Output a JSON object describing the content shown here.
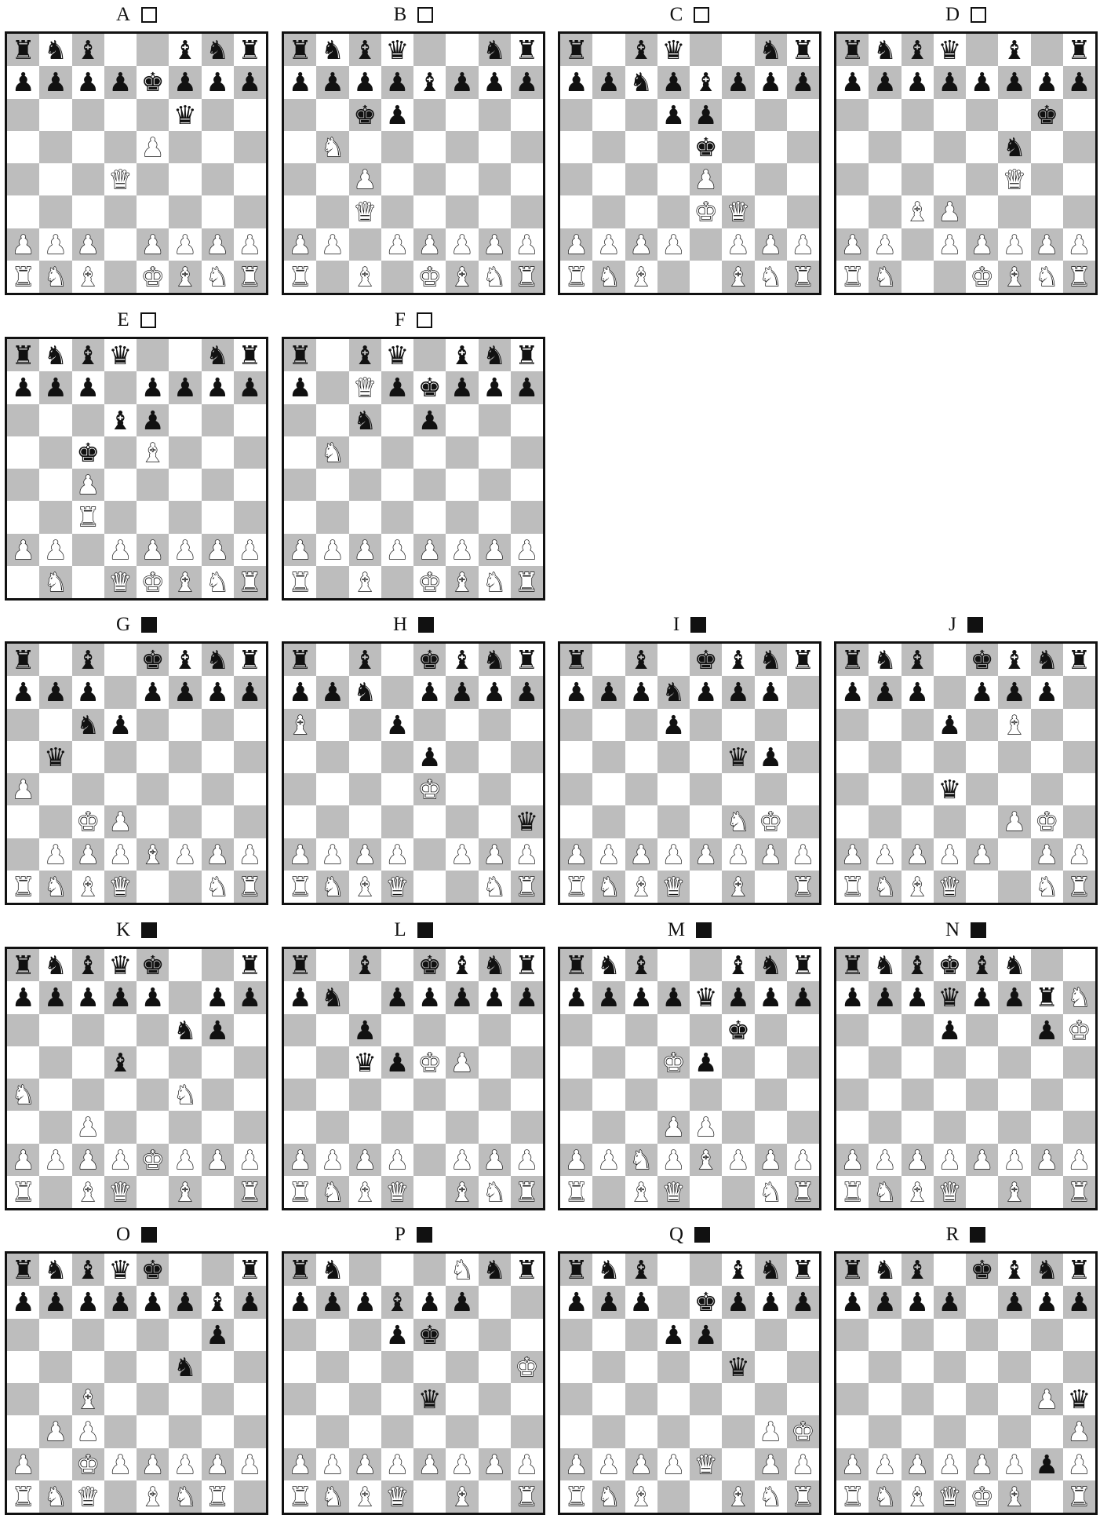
{
  "colors": {
    "dark_square": "#bdbdbd",
    "light_square": "#ffffff",
    "ink": "#111111"
  },
  "glyphs": {
    "K": "♚",
    "Q": "♛",
    "R": "♜",
    "B": "♝",
    "N": "♞",
    "P": "♟",
    "k": "♚",
    "q": "♛",
    "r": "♜",
    "b": "♝",
    "n": "♞",
    "p": "♟"
  },
  "diagrams": [
    {
      "label": "A",
      "to_move": "white",
      "rows": [
        "rnb..bnr",
        "ppppkppp",
        ".....q..",
        "....P...",
        "...Q....",
        "........",
        "PPP.PPPP",
        "RNB.KBNR"
      ]
    },
    {
      "label": "B",
      "to_move": "white",
      "rows": [
        "rnbq..nr",
        "ppppbppp",
        "..kp....",
        ".N......",
        "..P.....",
        "..Q.....",
        "PP.PPPPP",
        "R.B.KBNR"
      ]
    },
    {
      "label": "C",
      "to_move": "white",
      "rows": [
        "r.bq..nr",
        "ppnpbppp",
        "...pp...",
        "....k...",
        "....P...",
        "....KQ..",
        "PPPP.PPP",
        "RNB..BNR"
      ]
    },
    {
      "label": "D",
      "to_move": "white",
      "rows": [
        "rnbq.b.r",
        "pppppppp",
        "......k.",
        ".....n..",
        ".....Q..",
        "..BP....",
        "PP.PPPPP",
        "RN..KBNR"
      ]
    },
    {
      "label": "E",
      "to_move": "white",
      "rows": [
        "rnbq..nr",
        "ppp.pppp",
        "...bp...",
        "..k.B...",
        "..P.....",
        "..R.....",
        "PP.PPPPP",
        ".N.QKBNR"
      ]
    },
    {
      "label": "F",
      "to_move": "white",
      "rows": [
        "r.bq.bnr",
        "p.Qpkppp",
        "..n.p...",
        ".N......",
        "........",
        "........",
        "PPPPPPPP",
        "R.B.KBNR"
      ]
    },
    {
      "label": "G",
      "to_move": "black",
      "rows": [
        "r.b.kbnr",
        "ppp.pppp",
        "..np....",
        ".q......",
        "P.......",
        "..KP....",
        ".PPPBPPP",
        "RNBQ..NR"
      ]
    },
    {
      "label": "H",
      "to_move": "black",
      "rows": [
        "r.b.kbnr",
        "ppn.pppp",
        "B..p....",
        "....p...",
        "....K...",
        ".......q",
        "PPPP.PPP",
        "RNBQ..NR"
      ]
    },
    {
      "label": "I",
      "to_move": "black",
      "rows": [
        "r.b.kbnr",
        "pppnppp.",
        "...p....",
        ".....qp.",
        "........",
        ".....NK.",
        "PPPPPPPP",
        "RNBQ.B.R"
      ]
    },
    {
      "label": "J",
      "to_move": "black",
      "rows": [
        "rnb.kbnr",
        "ppp.ppp.",
        "...p.B..",
        "........",
        "...q....",
        ".....PK.",
        "PPPPP.PP",
        "RNBQ..NR"
      ]
    },
    {
      "label": "K",
      "to_move": "black",
      "rows": [
        "rnbqk..r",
        "ppppp.pp",
        ".....np.",
        "...b....",
        "N....N..",
        "..P.....",
        "PPPPKPPP",
        "R.BQ.B.R"
      ]
    },
    {
      "label": "L",
      "to_move": "black",
      "rows": [
        "r.b.kbnr",
        "pn.ppppp",
        "..p.....",
        "..qpKP..",
        "........",
        "........",
        "PPPP.PPP",
        "RNBQ.BNR"
      ]
    },
    {
      "label": "M",
      "to_move": "black",
      "rows": [
        "rnb..bnr",
        "ppppqppp",
        ".....k..",
        "...Kp...",
        "........",
        "...PP...",
        "PPNPBPPP",
        "R.BQ..NR"
      ]
    },
    {
      "label": "N",
      "to_move": "black",
      "rows": [
        "rnbkbn..",
        "pppqpprN",
        "...p..pK",
        "........",
        "........",
        "........",
        "PPPPPPPP",
        "RNBQ.B.R"
      ]
    },
    {
      "label": "O",
      "to_move": "black",
      "rows": [
        "rnbqk..r",
        "ppppppbp",
        "......p.",
        ".....n..",
        "..B.....",
        ".PP.....",
        "P.KPPPPP",
        "RNQ.BNR."
      ]
    },
    {
      "label": "P",
      "to_move": "black",
      "rows": [
        "rn...Nnr",
        "pppbpp..",
        "...pk...",
        ".......K",
        "....q...",
        "........",
        "PPPPPPPP",
        "RNBQ.B.R"
      ]
    },
    {
      "label": "Q",
      "to_move": "black",
      "rows": [
        "rnb..bnr",
        "ppp.kppp",
        "...pp...",
        ".....q..",
        "........",
        "......PK",
        "PPPPQ.PP",
        "RNB..BNR"
      ]
    },
    {
      "label": "R",
      "to_move": "black",
      "rows": [
        "rnb.kbnr",
        "pppp.ppp",
        "........",
        "........",
        "......Pq",
        ".......P",
        "PPPPPPpP",
        "RNBQKB.R"
      ]
    }
  ]
}
